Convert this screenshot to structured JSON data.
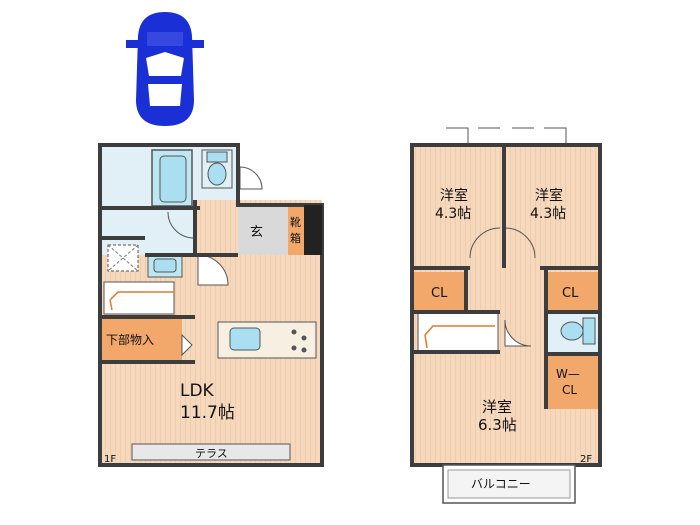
{
  "floor1": {
    "label": "1F",
    "ldk_name": "LDK",
    "ldk_size": "11.7帖",
    "entrance": "玄",
    "shoe_box_1": "靴",
    "shoe_box_2": "箱",
    "storage": "下部物入",
    "terrace": "テラス"
  },
  "floor2": {
    "label": "2F",
    "room_a_name": "洋室",
    "room_a_size": "4.3帖",
    "room_b_name": "洋室",
    "room_b_size": "4.3帖",
    "room_c_name": "洋室",
    "room_c_size": "6.3帖",
    "closet_left": "CL",
    "closet_right": "CL",
    "walkin_1": "W—",
    "walkin_2": "CL",
    "balcony": "バルコニー"
  },
  "icons": [
    "car-icon",
    "bathtub-icon",
    "toilet-icon",
    "sink-icon",
    "washer-icon",
    "kitchen-counter-icon",
    "stove-icon",
    "stairs-icon"
  ],
  "colors": {
    "room_floor": "#f3d2b5",
    "closet": "#f2a76b",
    "wet_area": "#d8eef6",
    "fixture": "#a9dff0",
    "wall": "#3d3d3d",
    "car": "#1a2fd6"
  }
}
